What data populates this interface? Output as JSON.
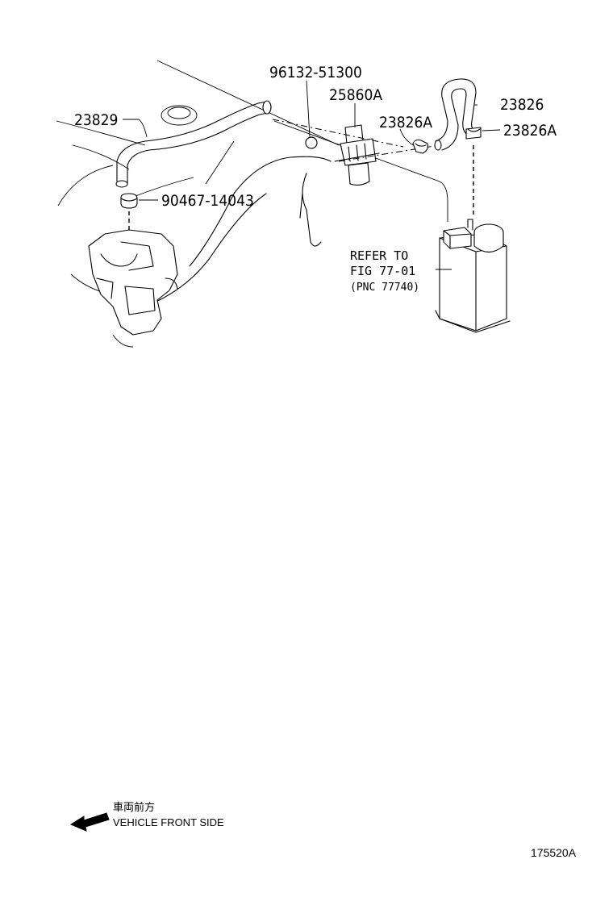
{
  "callouts": {
    "p23829": "23829",
    "p96132": "96132-51300",
    "p25860A": "25860A",
    "p23826A_left": "23826A",
    "p23826": "23826",
    "p23826A_right": "23826A",
    "p90467": "90467-14043"
  },
  "refer_note": {
    "line1": "REFER TO",
    "line2": "FIG 77-01",
    "line3": "(PNC 77740)"
  },
  "legend": {
    "japanese": "車両前方",
    "english": "VEHICLE FRONT SIDE",
    "arrow_icon": "front-arrow-icon"
  },
  "figure_id": "175520A"
}
